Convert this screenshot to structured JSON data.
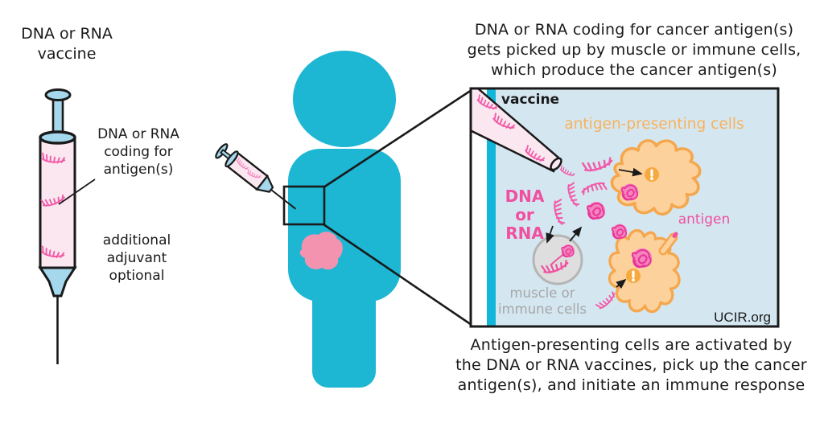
{
  "palette": {
    "figure_teal": "#1db6d3",
    "panel_blue": "#d4e7f1",
    "stripe_cyan": "#12b6d8",
    "pink": "#f0509f",
    "strand_pink": "#f25ba8",
    "light_pink": "#fbe7f0",
    "tumor_pink": "#f493af",
    "orange_fill": "#fdd19c",
    "orange_stroke": "#f5a74e",
    "orange_text": "#f8b25c",
    "gray_fill": "#dedede",
    "gray_stroke": "#b5b5b5",
    "gray_text": "#a6a6a6",
    "syringe_blue": "#a5d8ec",
    "ink": "#1a1a1a"
  },
  "left_column": {
    "title_lines": [
      "DNA or RNA",
      "vaccine"
    ],
    "syringe_label_lines": [
      "DNA or RNA",
      "coding for",
      "antigen(s)"
    ],
    "adjuvant_lines": [
      "additional",
      "adjuvant",
      "optional"
    ]
  },
  "captions": {
    "top_right_lines": [
      "DNA or RNA coding for cancer antigen(s)",
      "gets picked up by muscle or immune cells,",
      "which produce the cancer antigen(s)"
    ],
    "bottom_right_lines": [
      "Antigen-presenting cells are activated by",
      "the DNA or RNA vaccines, pick up the cancer",
      "antigen(s), and initiate an immune response"
    ]
  },
  "panel": {
    "vaccine_label": "vaccine",
    "apc_label": "antigen-presenting cells",
    "dna_rna_lines": [
      "DNA or",
      "RNA"
    ],
    "antigen_label": "antigen",
    "muscle_lines": [
      "muscle or",
      "immune cells"
    ],
    "credit": "UCIR.org"
  }
}
